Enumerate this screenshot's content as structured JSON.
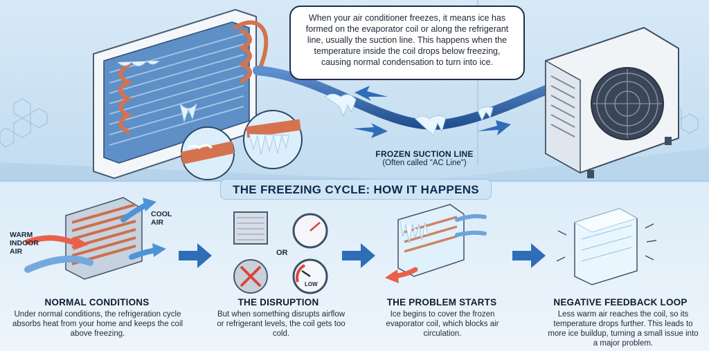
{
  "callout": {
    "text": "When your air conditioner freezes, it means ice has formed on the evaporator coil or along the refrigerant line, usually the suction line. This happens when the temperature inside the coil drops below freezing, causing normal condensation to turn into ice."
  },
  "suction_line": {
    "title": "FROZEN SUCTION LINE",
    "subtitle": "(Often called \"AC Line\")"
  },
  "banner": {
    "title": "THE FREEZING CYCLE: HOW IT HAPPENS"
  },
  "labels": {
    "warm": [
      "WARM",
      "INDOOR",
      "AIR"
    ],
    "cool": [
      "COOL",
      "AIR"
    ],
    "or": "OR",
    "low": "LOW"
  },
  "steps": [
    {
      "title": "NORMAL CONDITIONS",
      "desc": "Under normal conditions, the refrigeration cycle absorbs heat from your home and keeps the coil above freezing."
    },
    {
      "title": "THE DISRUPTION",
      "desc": "But when something disrupts airflow or refrigerant levels, the coil gets too cold."
    },
    {
      "title": "THE PROBLEM STARTS",
      "desc": "Ice begins to cover the frozen evaporator coil, which blocks air circulation."
    },
    {
      "title": "NEGATIVE FEEDBACK LOOP",
      "desc": "Less warm air reaches the coil, so its temperature drops further. This leads to more ice buildup, turning a small issue into a major problem."
    }
  ],
  "colors": {
    "ice": "#dff1fb",
    "copper": "#d4734e",
    "arrow": "#2f6db8",
    "warm": "#e8604a"
  }
}
